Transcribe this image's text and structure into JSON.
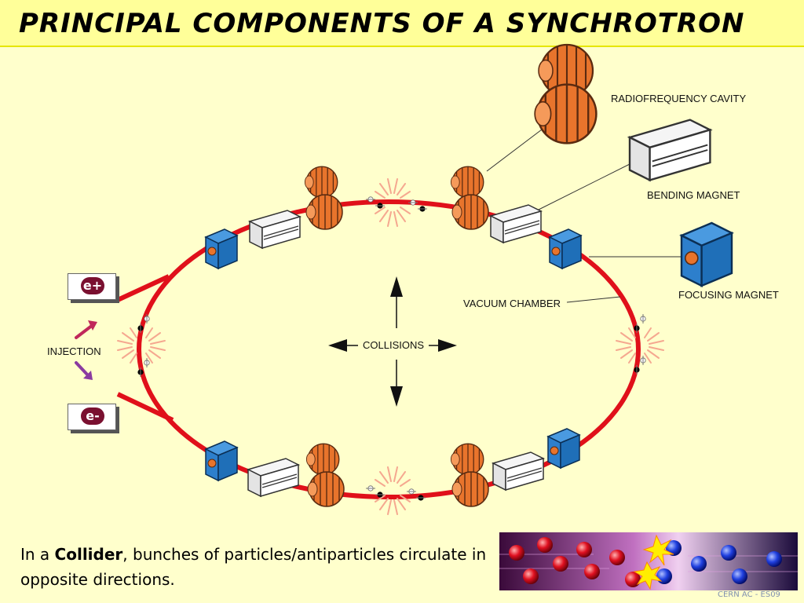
{
  "title": "PRINCIPAL COMPONENTS OF A SYNCHROTRON",
  "labels": {
    "rf_cavity": "RADIOFREQUENCY CAVITY",
    "bending_magnet": "BENDING MAGNET",
    "focusing_magnet": "FOCUSING MAGNET",
    "vacuum_chamber": "VACUUM CHAMBER",
    "collisions": "COLLISIONS",
    "injection": "INJECTION"
  },
  "charges": {
    "positron": "e+",
    "electron": "e-"
  },
  "caption": {
    "prefix": "In a ",
    "bold": "Collider",
    "suffix": ", bunches of particles/antiparticles circulate in opposite directions."
  },
  "credit": "CERN AC - ES09",
  "colors": {
    "ring": "#e0101a",
    "rf_cavity": "#e8742c",
    "focusing_magnet": "#1f6fb8",
    "background": "#ffffcc",
    "title_bar": "#ffff99"
  },
  "icons": [
    "arrow-up-icon",
    "arrow-down-icon",
    "arrow-left-icon",
    "arrow-right-icon",
    "flash-icon"
  ]
}
